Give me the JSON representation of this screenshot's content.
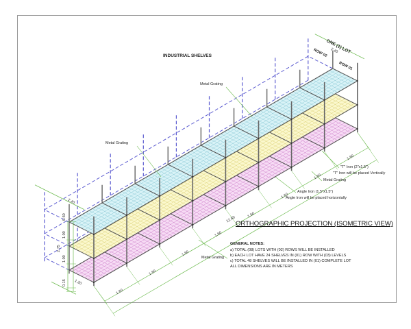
{
  "title": "INDUSTRIAL SHELVES",
  "projection_title": "ORTHOGRAPHIC PROJECTION (ISOMETRIC VIEW)",
  "labels": {
    "metal_grating": "Metal Grating",
    "t_iron": "\"T\" Iron (2\"x1.5\")",
    "t_iron_note": "\"T\" Iron will be placed Vertically",
    "angle_iron": "Angle Iron (1.5\"x1.5\")",
    "angle_iron_note": "Angle Iron will be placed horizontally",
    "one_lot": "ONE (1) LOT",
    "row_01": "ROW 01",
    "row_02": "ROW 02"
  },
  "dimensions": {
    "bay": "1.60",
    "total_length": "12.80",
    "depth": "1.20",
    "double_depth": "2.40",
    "base": "0.15",
    "level": "1.00",
    "top": "0.60",
    "overall_height": "2.75"
  },
  "notes": {
    "header": "GENERAL NOTES:",
    "lines": [
      "a) TOTAL (08) LOTS WITH (02) ROWS WILL BE INSTALLED",
      "b) EACH LOT HAVE 24 SHELVES IN (01) ROW WITH (03) LEVELS",
      "c) TOTAL 48 SHELVES WILL BE INSTALLED IN (01) COMPLETE LOT",
      "ALL DIMENSIONS ARE IN METERS"
    ]
  },
  "colors": {
    "top_grating": "#d9f3f7",
    "top_grid": "#8cc9d6",
    "mid_grating": "#fbf8cd",
    "mid_grid": "#ddd27a",
    "bottom_grating": "#f7dcf5",
    "bottom_grid": "#cf86cc",
    "frame": "#555555",
    "ghost": "#5b5bd0",
    "dim": "#6dbb4f"
  },
  "bays": 8
}
